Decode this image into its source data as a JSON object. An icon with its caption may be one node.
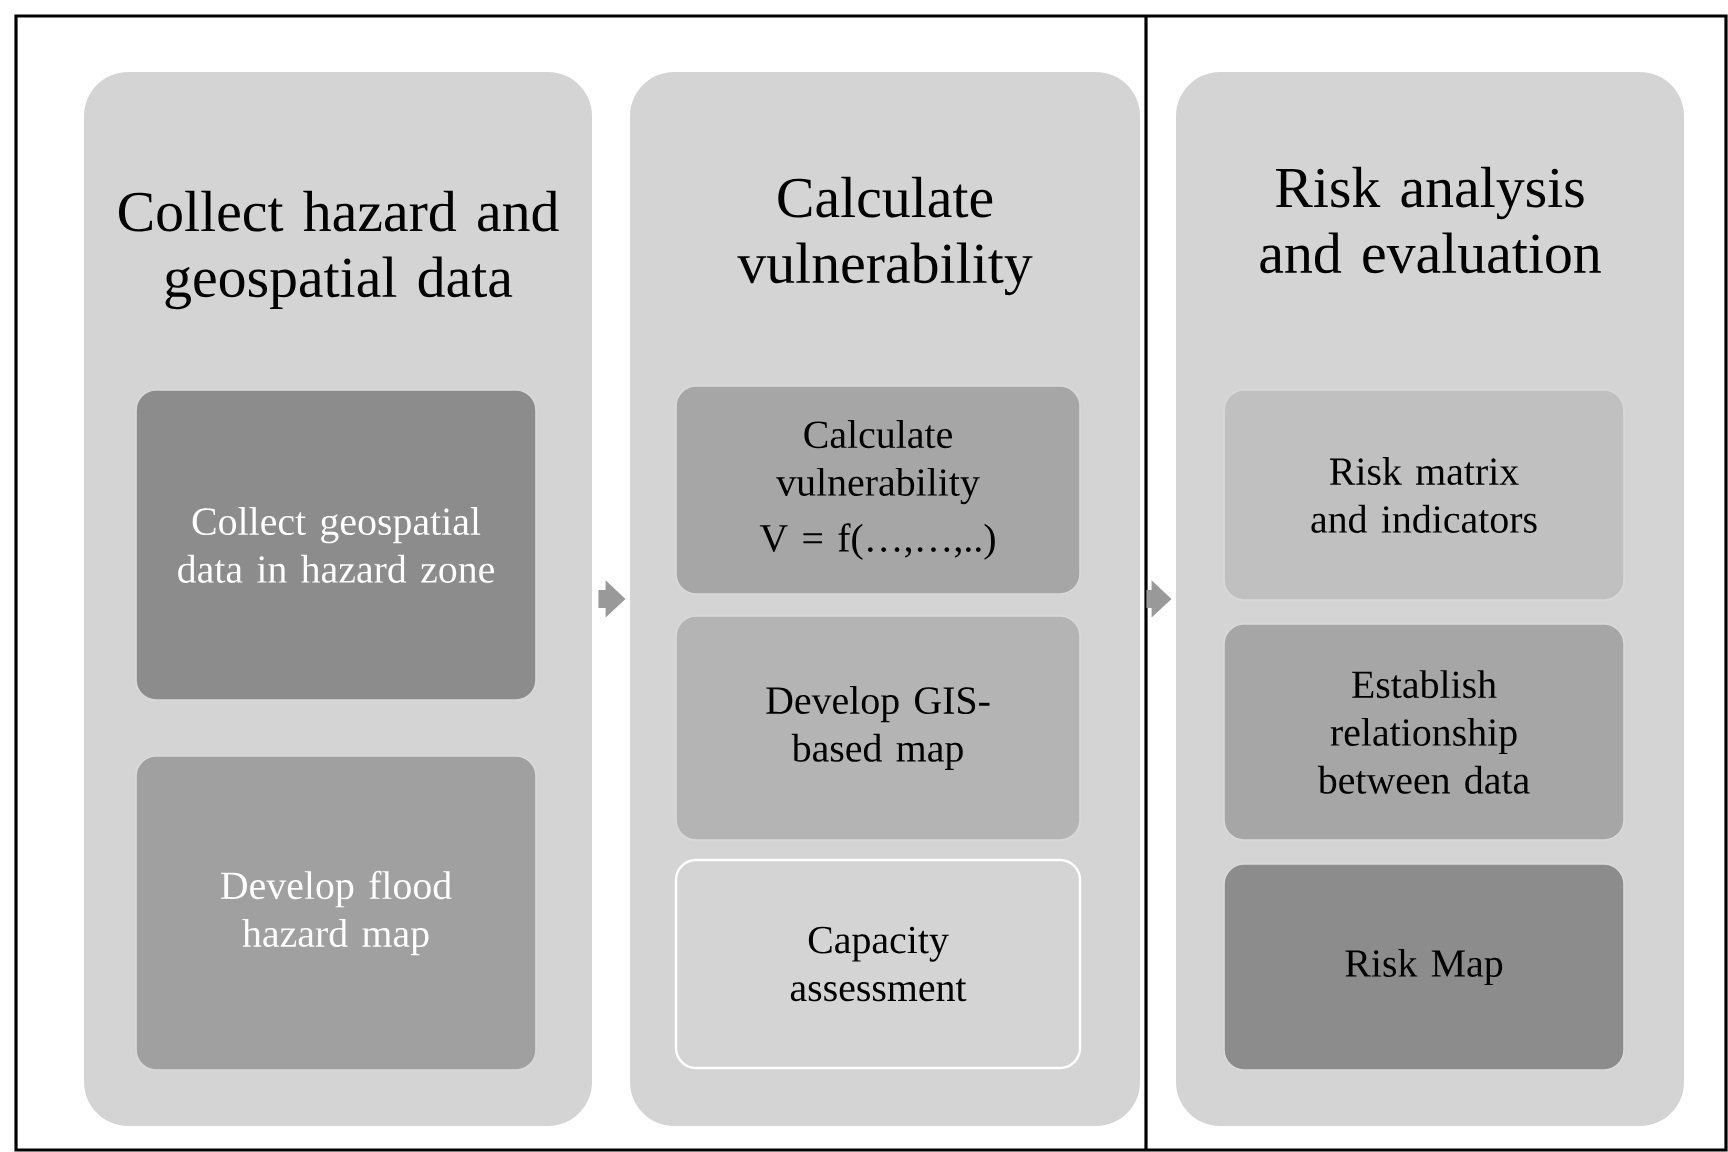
{
  "diagram": {
    "nodes": [
      {
        "text": [
          "Collect hazard and geospatial data"
        ]
      },
      {
        "text": [
          "Collect geospatial data in hazard zone"
        ],
        "in": 0
      },
      {
        "text": [
          "Develop flood hazard map"
        ],
        "in": 0
      },
      {
        "text": [
          "Calculate vulnerability"
        ]
      },
      {
        "text": [
          "Calculate vulnerability",
          "V = f(…,…,..)"
        ],
        "in": 3
      },
      {
        "text": [
          "Develop GIS-based map"
        ],
        "in": 3
      },
      {
        "text": [
          "Capacity assessment"
        ],
        "in": 3
      },
      {
        "text": [
          "Risk analysis and evaluation"
        ]
      },
      {
        "text": [
          "Risk matrix and indicators"
        ],
        "in": 7
      },
      {
        "text": [
          "Establish relationship between data"
        ],
        "in": 7
      },
      {
        "text": [
          "Risk Map"
        ],
        "in": 7
      }
    ],
    "edges": [
      {
        "from": 0,
        "to": 3,
        "arrow": "to"
      },
      {
        "from": 3,
        "to": 7,
        "arrow": "to"
      }
    ]
  }
}
